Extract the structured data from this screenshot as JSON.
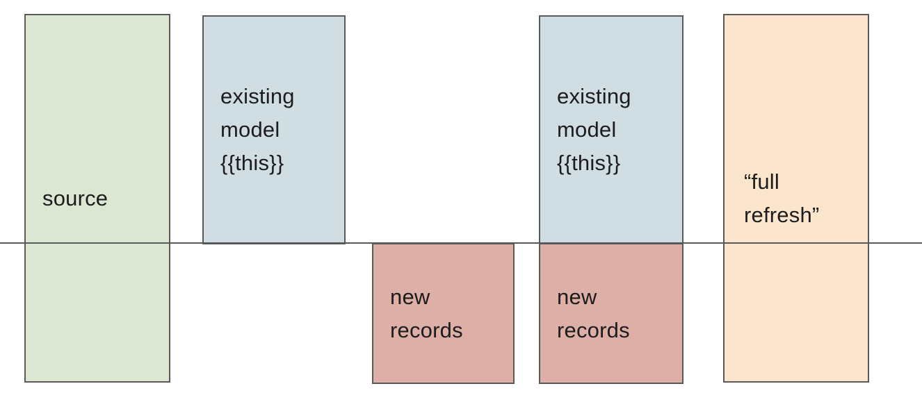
{
  "diagram": {
    "title": "incremental model materialization diagram",
    "stroke_color": "#595959",
    "text_color": "#1c1c1c",
    "boxes": [
      {
        "name": "source",
        "label": "source",
        "fill": "#dbe7d3"
      },
      {
        "name": "existing-model-1",
        "label": "existing\nmodel\n{{this}}",
        "fill": "#d0dde3"
      },
      {
        "name": "new-records-1",
        "label": "new\nrecords",
        "fill": "#ddafa7"
      },
      {
        "name": "existing-model-2",
        "label": "existing\nmodel\n{{this}}",
        "fill": "#d0dde3"
      },
      {
        "name": "new-records-2",
        "label": "new\nrecords",
        "fill": "#ddafa7"
      },
      {
        "name": "full-refresh",
        "label": "“full\nrefresh”",
        "fill": "#fbe5cc"
      }
    ]
  }
}
